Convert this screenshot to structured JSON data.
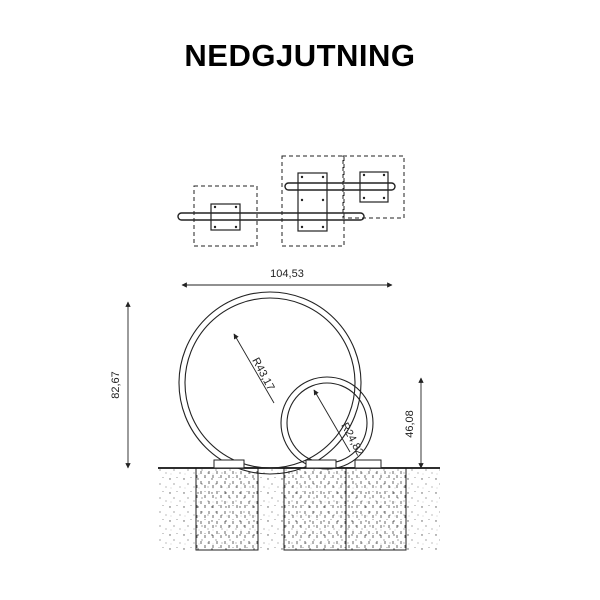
{
  "title": "NEDGJUTNING",
  "dimensions": {
    "width": "104,53",
    "total_height": "82,67",
    "small_height": "46,08",
    "large_radius": "R43,17",
    "small_radius": "R24,82"
  }
}
